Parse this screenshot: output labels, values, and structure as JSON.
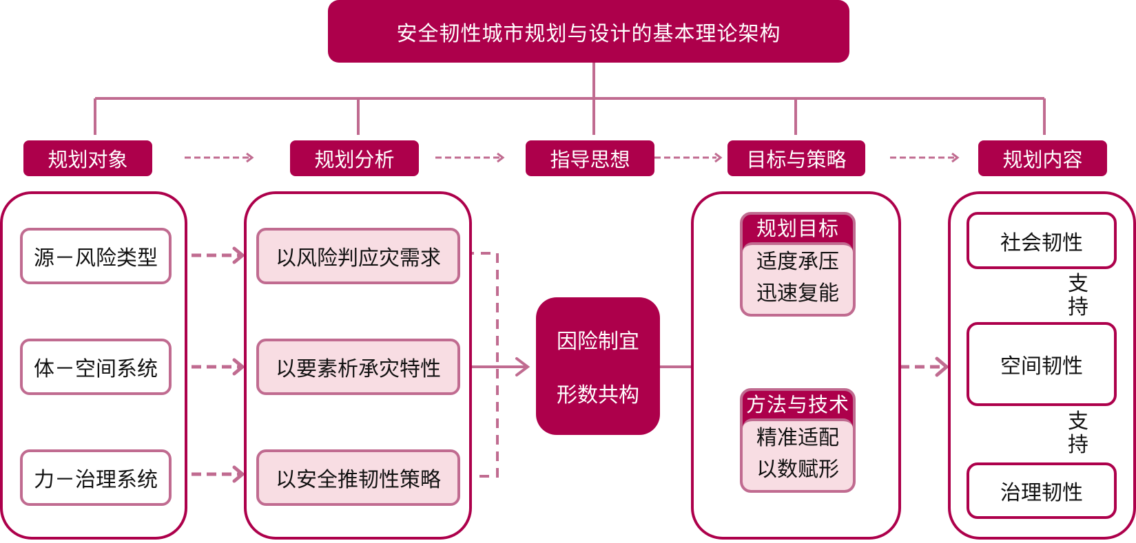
{
  "title": "安全韧性城市规划与设计的基本理论架构",
  "colors": {
    "primary": "#ad004b",
    "connector": "#c06b90",
    "item_fill_pink": "#f8dde3",
    "text_dark": "#111111",
    "text_light": "#ffffff"
  },
  "headers": [
    {
      "label": "规划对象"
    },
    {
      "label": "规划分析"
    },
    {
      "label": "指导思想"
    },
    {
      "label": "目标与策略"
    },
    {
      "label": "规划内容"
    }
  ],
  "planning_objects": {
    "items": [
      {
        "label": "源－风险类型"
      },
      {
        "label": "体－空间系统"
      },
      {
        "label": "力－治理系统"
      }
    ]
  },
  "planning_analysis": {
    "items": [
      {
        "label": "以风险判应灾需求"
      },
      {
        "label": "以要素析承灾特性"
      },
      {
        "label": "以安全推韧性策略"
      }
    ]
  },
  "guiding_ideology": {
    "lines": [
      "因险制宜",
      "形数共构"
    ]
  },
  "goals_strategies": {
    "cards": [
      {
        "title": "规划目标",
        "lines": [
          "适度承压",
          "迅速复能"
        ]
      },
      {
        "title": "方法与技术",
        "lines": [
          "精准适配",
          "以数赋形"
        ]
      }
    ]
  },
  "planning_content": {
    "items": [
      {
        "label": "社会韧性"
      },
      {
        "label": "空间韧性"
      },
      {
        "label": "治理韧性"
      }
    ],
    "support_labels": [
      {
        "chars": [
          "支",
          "持"
        ]
      },
      {
        "chars": [
          "支",
          "持"
        ]
      }
    ]
  }
}
